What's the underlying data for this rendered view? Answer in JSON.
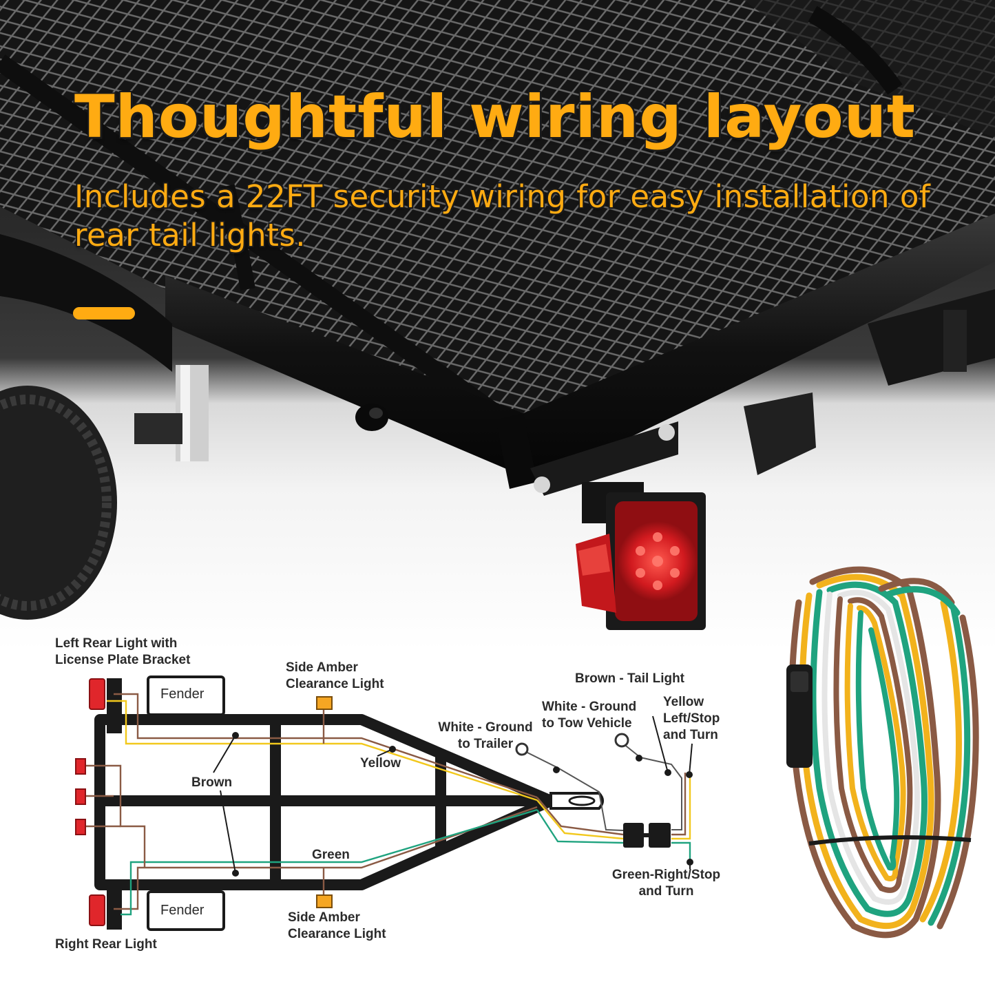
{
  "hero": {
    "headline": "Thoughtful wiring layout",
    "subheadline": "Includes a 22FT security wiring for easy installation of rear tail lights."
  },
  "colors": {
    "accent": "#ffab12",
    "brown_wire": "#8a5a44",
    "yellow_wire": "#f2c81c",
    "green_wire": "#1fa37f",
    "white_wire": "#e8e8e8",
    "frame": "#1a1a1a",
    "amber_light": "#f5a623",
    "red_light": "#e0262b"
  },
  "diagram": {
    "labels": {
      "left_rear_light": "Left Rear Light with\nLicense Plate Bracket",
      "right_rear_light": "Right Rear Light",
      "fender_top": "Fender",
      "fender_bottom": "Fender",
      "side_amber_top": "Side Amber\nClearance Light",
      "side_amber_bottom": "Side Amber\nClearance Light",
      "brown": "Brown",
      "yellow": "Yellow",
      "green": "Green",
      "white_ground_trailer": "White - Ground\nto Trailer",
      "white_ground_vehicle": "White - Ground\nto  Tow Vehicle",
      "brown_tail": "Brown - Tail Light",
      "yellow_left": "Yellow\nLeft/Stop\nand Turn",
      "green_right": "Green-Right/Stop\nand Turn"
    }
  }
}
